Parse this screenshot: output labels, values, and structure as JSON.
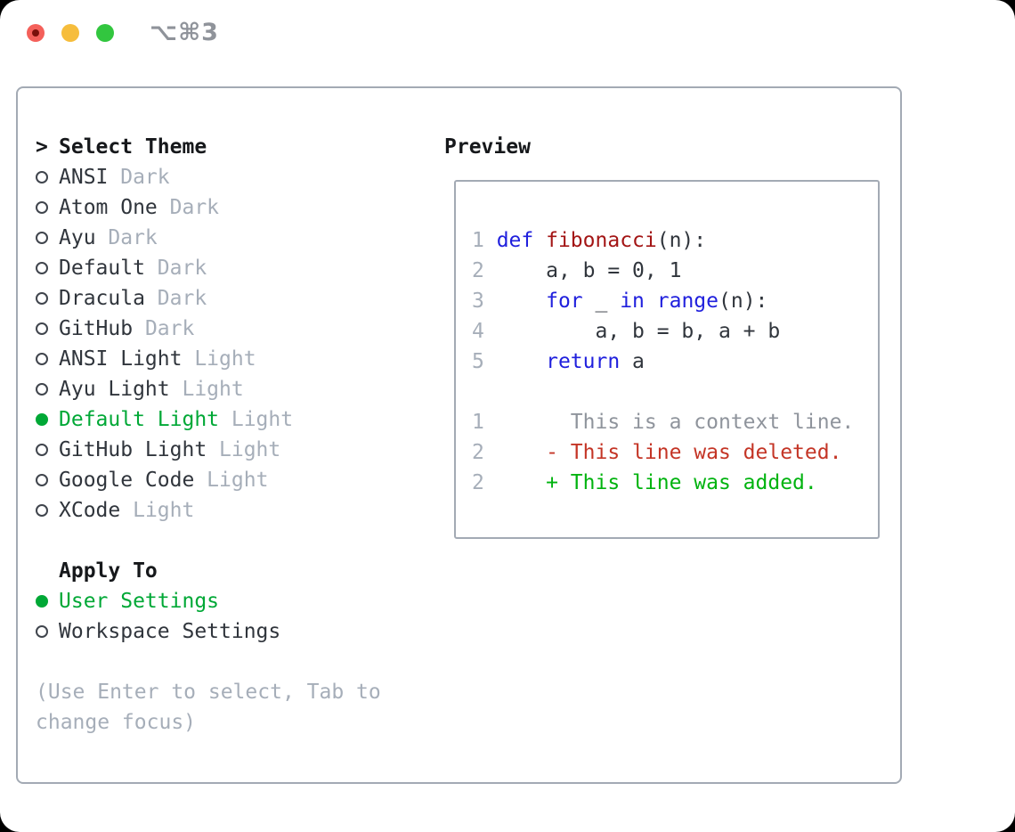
{
  "window": {
    "title": "⌥⌘3"
  },
  "theme_list": {
    "prompt": ">",
    "title": "Select Theme",
    "items": [
      {
        "name": "ANSI",
        "variant": "Dark",
        "selected": false
      },
      {
        "name": "Atom One",
        "variant": "Dark",
        "selected": false
      },
      {
        "name": "Ayu",
        "variant": "Dark",
        "selected": false
      },
      {
        "name": "Default",
        "variant": "Dark",
        "selected": false
      },
      {
        "name": "Dracula",
        "variant": "Dark",
        "selected": false
      },
      {
        "name": "GitHub",
        "variant": "Dark",
        "selected": false
      },
      {
        "name": "ANSI Light",
        "variant": "Light",
        "selected": false
      },
      {
        "name": "Ayu Light",
        "variant": "Light",
        "selected": false
      },
      {
        "name": "Default Light",
        "variant": "Light",
        "selected": true
      },
      {
        "name": "GitHub Light",
        "variant": "Light",
        "selected": false
      },
      {
        "name": "Google Code",
        "variant": "Light",
        "selected": false
      },
      {
        "name": "XCode",
        "variant": "Light",
        "selected": false
      }
    ]
  },
  "apply_to": {
    "title": "Apply To",
    "options": [
      {
        "label": "User Settings",
        "selected": true
      },
      {
        "label": "Workspace Settings",
        "selected": false
      }
    ]
  },
  "help": {
    "line1": "(Use Enter to select, Tab to",
    "line2": "change focus)"
  },
  "preview": {
    "title": "Preview",
    "code_lines": [
      [
        [
          "ln",
          "1 "
        ],
        [
          "kw",
          "def"
        ],
        [
          "pl",
          " "
        ],
        [
          "fn",
          "fibonacci"
        ],
        [
          "pl",
          "(n):"
        ]
      ],
      [
        [
          "ln",
          "2 "
        ],
        [
          "pl",
          "    a, b = 0, 1"
        ]
      ],
      [
        [
          "ln",
          "3 "
        ],
        [
          "pl",
          "    "
        ],
        [
          "kw",
          "for"
        ],
        [
          "pl",
          " _ "
        ],
        [
          "kw",
          "in"
        ],
        [
          "pl",
          " "
        ],
        [
          "kw",
          "range"
        ],
        [
          "pl",
          "(n):"
        ]
      ],
      [
        [
          "ln",
          "4 "
        ],
        [
          "pl",
          "        a, b = b, a + b"
        ]
      ],
      [
        [
          "ln",
          "5 "
        ],
        [
          "pl",
          "    "
        ],
        [
          "kw",
          "return"
        ],
        [
          "pl",
          " a"
        ]
      ],
      [],
      [
        [
          "ln",
          "1 "
        ],
        [
          "ctx",
          "      This is a context line."
        ]
      ],
      [
        [
          "ln",
          "2 "
        ],
        [
          "del",
          "    - This line was deleted."
        ]
      ],
      [
        [
          "ln",
          "2 "
        ],
        [
          "add",
          "    + This line was added."
        ]
      ]
    ]
  },
  "colors": {
    "accent_green": "#00a836",
    "keyword_blue": "#2020dd",
    "function_red": "#a31515",
    "diff_deleted_red": "#c43526",
    "diff_added_green": "#00b30f",
    "muted_gray": "#a6aeb9",
    "panel_border": "#a3aab4",
    "traffic_red": "#f4605a",
    "traffic_yellow": "#f6bd3c",
    "traffic_green": "#32c63f"
  }
}
